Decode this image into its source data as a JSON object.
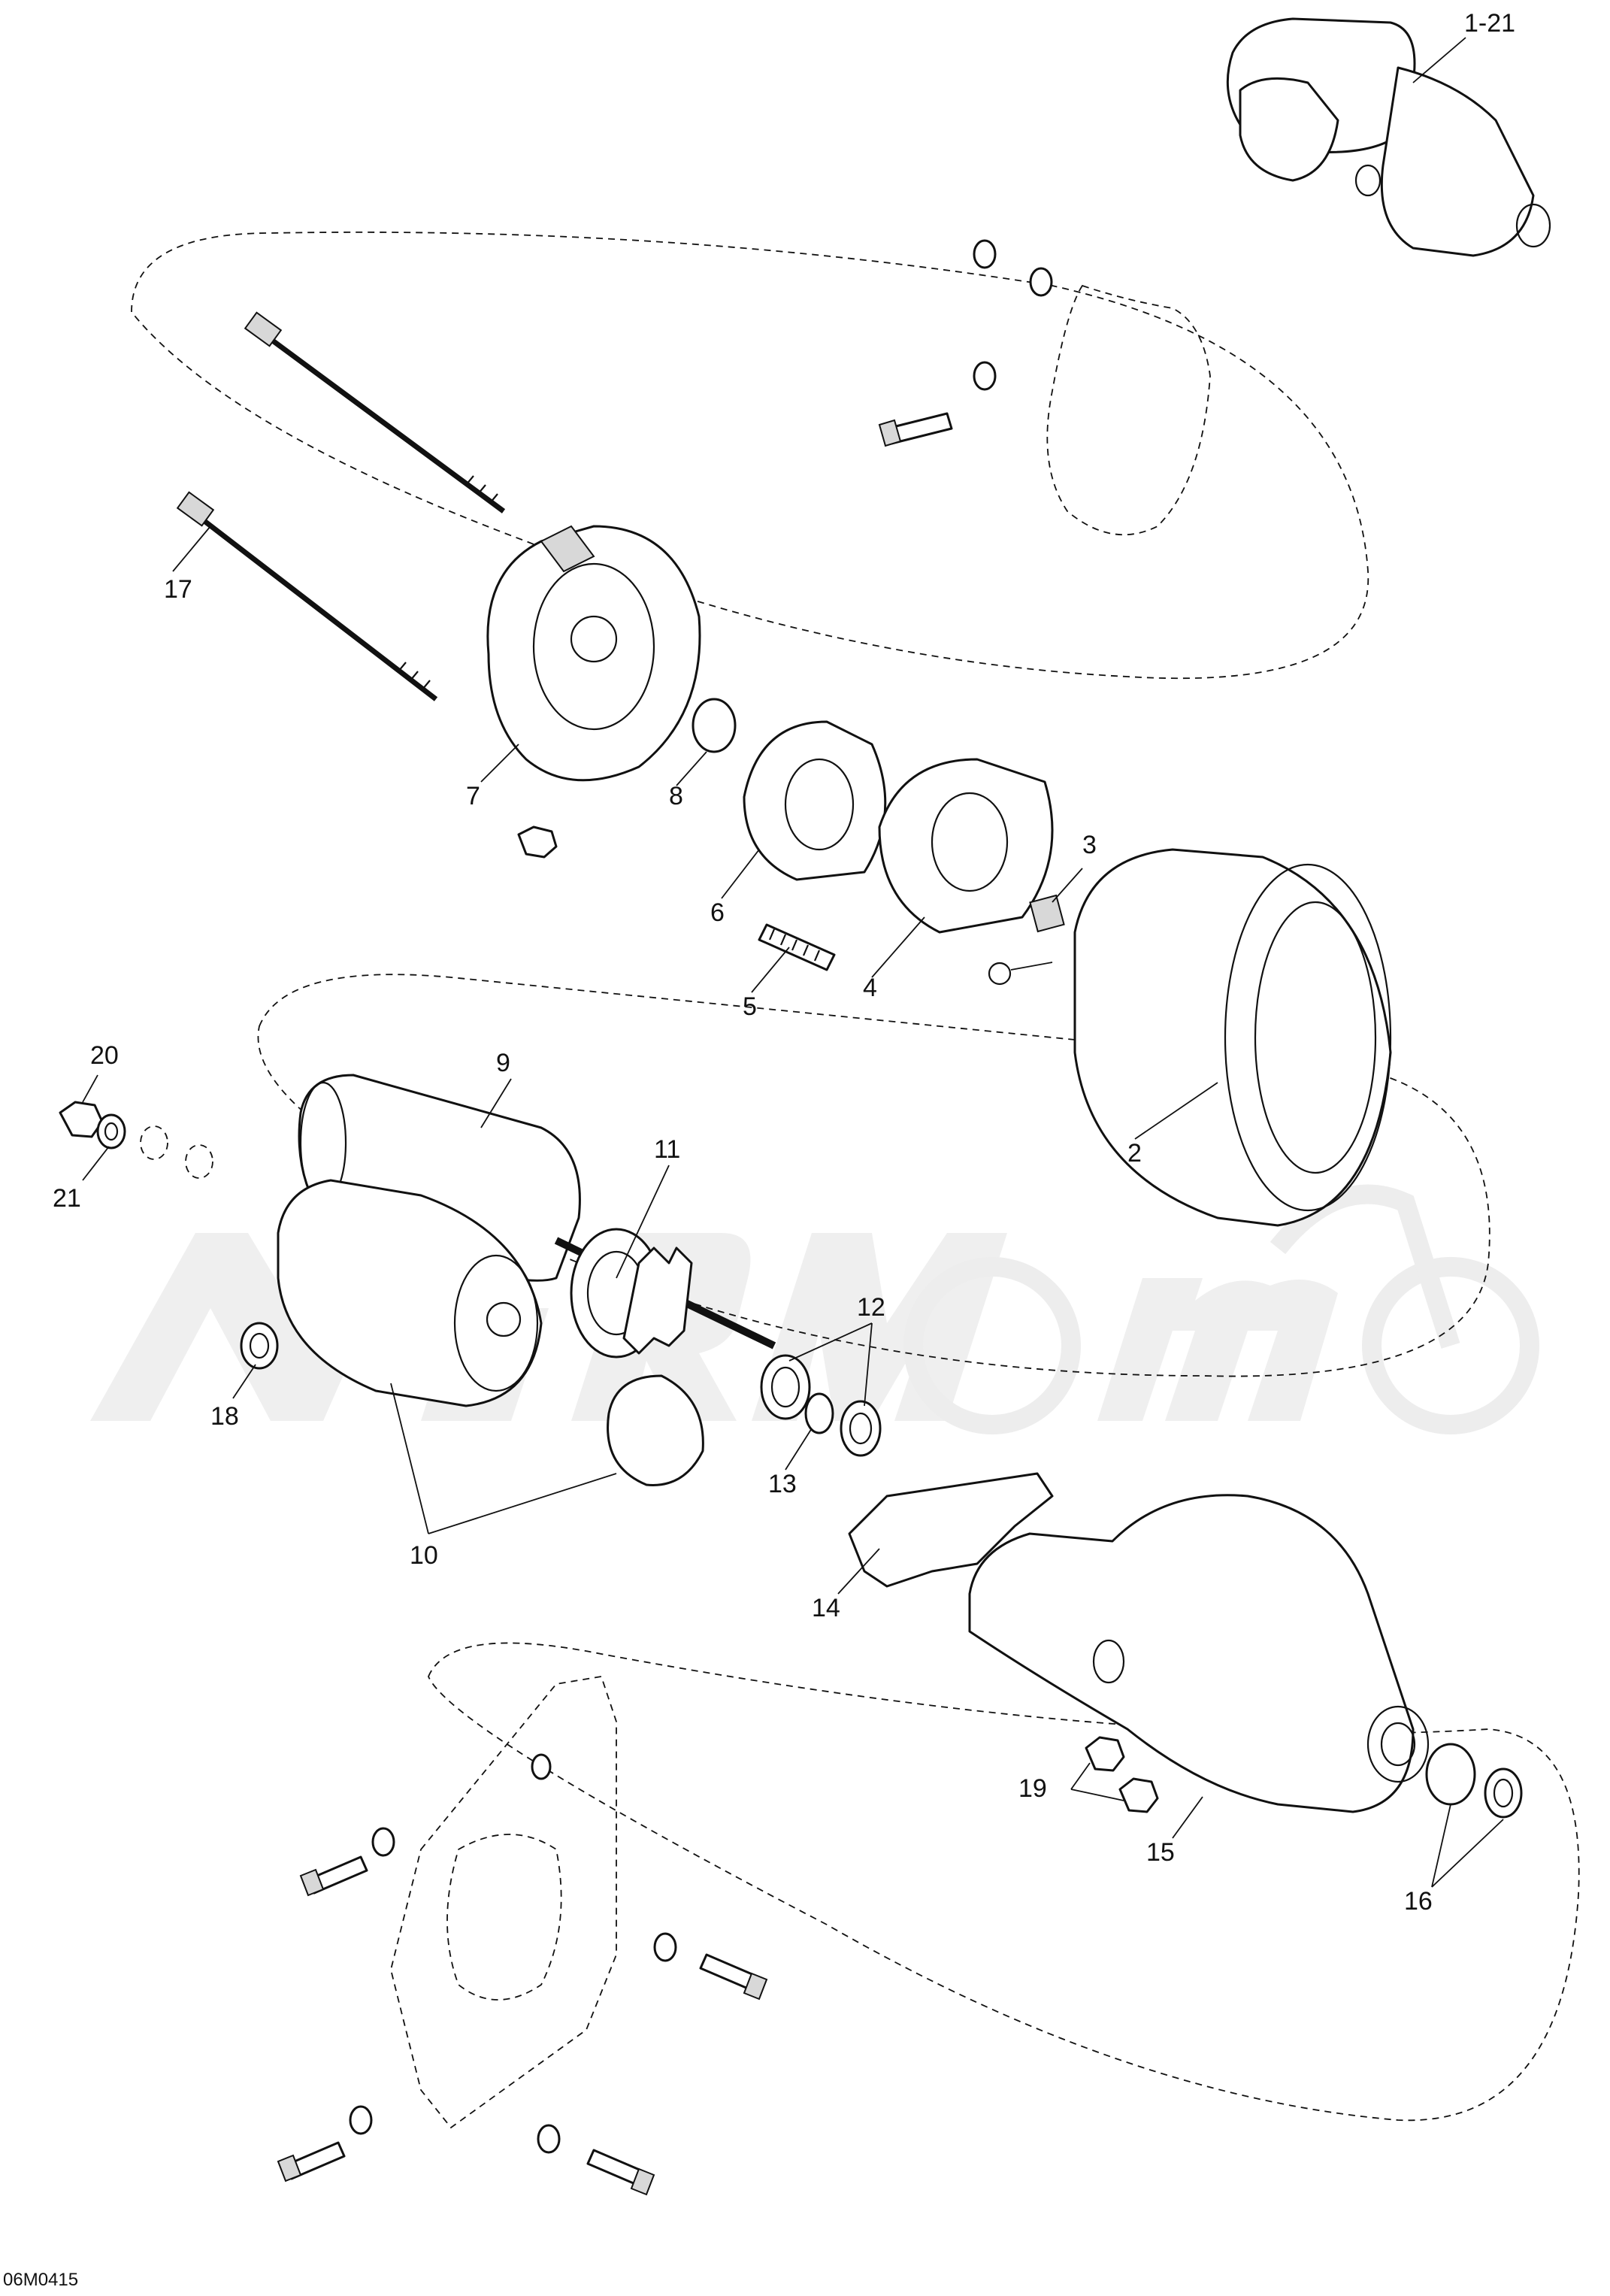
{
  "figure_code": "06M0415",
  "callouts": [
    {
      "id": "c-1-21",
      "label": "1-21"
    },
    {
      "id": "c-2",
      "label": "2"
    },
    {
      "id": "c-3",
      "label": "3"
    },
    {
      "id": "c-4",
      "label": "4"
    },
    {
      "id": "c-5",
      "label": "5"
    },
    {
      "id": "c-6",
      "label": "6"
    },
    {
      "id": "c-7",
      "label": "7"
    },
    {
      "id": "c-8",
      "label": "8"
    },
    {
      "id": "c-9",
      "label": "9"
    },
    {
      "id": "c-10",
      "label": "10"
    },
    {
      "id": "c-11",
      "label": "11"
    },
    {
      "id": "c-12",
      "label": "12"
    },
    {
      "id": "c-13",
      "label": "13"
    },
    {
      "id": "c-14",
      "label": "14"
    },
    {
      "id": "c-15",
      "label": "15"
    },
    {
      "id": "c-16",
      "label": "16"
    },
    {
      "id": "c-17",
      "label": "17"
    },
    {
      "id": "c-18",
      "label": "18"
    },
    {
      "id": "c-19",
      "label": "19"
    },
    {
      "id": "c-20",
      "label": "20"
    },
    {
      "id": "c-21",
      "label": "21"
    }
  ]
}
